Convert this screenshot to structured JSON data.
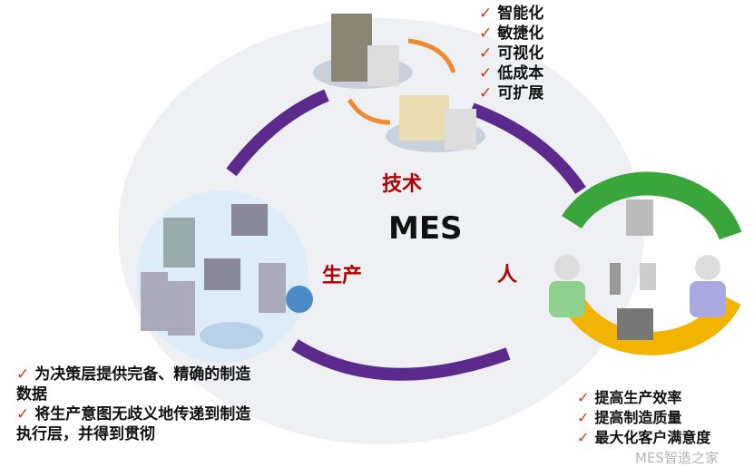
{
  "center": "MES",
  "labels": {
    "tech": "技术",
    "production": "生产",
    "people": "人"
  },
  "tech_benefits": [
    "智能化",
    "敏捷化",
    "可视化",
    "低成本",
    "可扩展"
  ],
  "production_benefits": [
    "为决策层提供完备、精确的制造数据",
    "将生产意图无歧义地传递到制造执行层，并得到贯彻"
  ],
  "people_benefits": [
    "提高生产效率",
    "提高制造质量",
    "最大化客户满意度"
  ],
  "watermark": "MES智造之家",
  "colors": {
    "arc": "#5b2a8c",
    "label": "#b00000",
    "check": "#d0381c",
    "green": "#3aa53a",
    "yellow": "#f2b400"
  }
}
